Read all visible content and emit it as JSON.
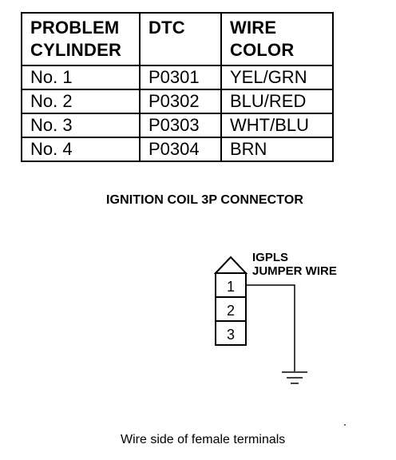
{
  "table": {
    "headers": {
      "cylinder_line1": "PROBLEM",
      "cylinder_line2": "CYLINDER",
      "dtc": "DTC",
      "wire_line1": "WIRE",
      "wire_line2": "COLOR"
    },
    "rows": [
      {
        "cylinder": "No. 1",
        "dtc": "P0301",
        "wire": "YEL/GRN"
      },
      {
        "cylinder": "No. 2",
        "dtc": "P0302",
        "wire": "BLU/RED"
      },
      {
        "cylinder": "No. 3",
        "dtc": "P0303",
        "wire": "WHT/BLU"
      },
      {
        "cylinder": "No. 4",
        "dtc": "P0304",
        "wire": "BRN"
      }
    ]
  },
  "connector": {
    "title": "IGNITION COIL 3P CONNECTOR",
    "terminals": [
      "1",
      "2",
      "3"
    ],
    "label_line1": "IGPLS",
    "label_line2": "JUMPER WIRE",
    "ground_icon": "ground-symbol-icon",
    "caption": "Wire side of female terminals"
  }
}
